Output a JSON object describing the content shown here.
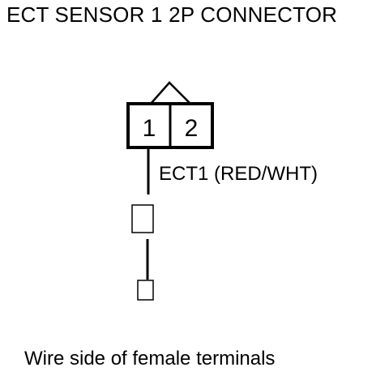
{
  "title": "ECT SENSOR 1 2P CONNECTOR",
  "connector": {
    "pins": [
      {
        "number": "1"
      },
      {
        "number": "2"
      }
    ]
  },
  "wire": {
    "label": "ECT1 (RED/WHT)"
  },
  "caption": "Wire side of female terminals",
  "colors": {
    "line": "#000000",
    "background": "#ffffff"
  }
}
